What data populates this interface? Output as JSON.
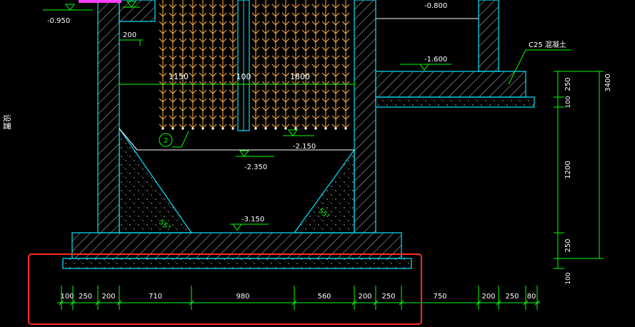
{
  "colors": {
    "background": "#000000",
    "concrete_outline": "#00e5ff",
    "dimension": "#00ff00",
    "text": "#ffffff",
    "media": "#ffb347",
    "highlight": "#ff2a2a",
    "pipe": "#ff40ff"
  },
  "elevations": {
    "top_left": "-0.950",
    "top_right": "-0.800",
    "right_mid": "-1.600",
    "media_bottom": "-2.150",
    "hopper_top": "-2.350",
    "tank_bottom": "-3.150"
  },
  "labels": {
    "material": "C25 混凝土",
    "side_text": "设置",
    "callout": "2",
    "angle_left": "55°",
    "angle_right": "55°",
    "top_dim": "200"
  },
  "media_dims": [
    "1150",
    "100",
    "1800"
  ],
  "bottom_dims": [
    "100",
    "250",
    "200",
    "710",
    "980",
    "560",
    "200",
    "250",
    "750",
    "200",
    "250",
    "80"
  ],
  "right_dims": [
    "250",
    "100",
    "1200",
    "250",
    "100"
  ],
  "total_height": "3400"
}
